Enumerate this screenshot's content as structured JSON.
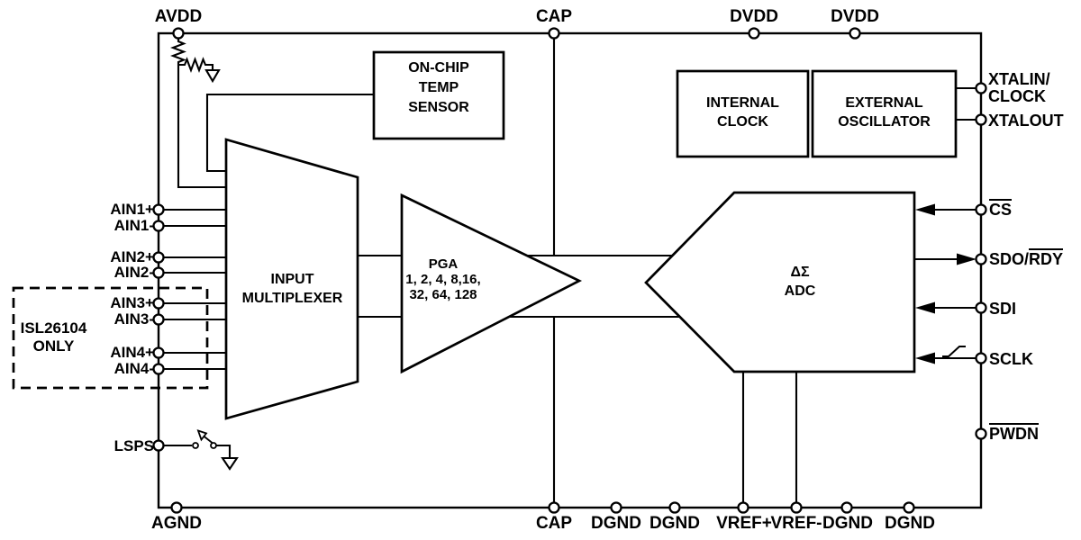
{
  "diagram": {
    "top_pins": [
      "AVDD",
      "CAP",
      "DVDD",
      "DVDD"
    ],
    "left_pins": [
      "AIN1+",
      "AIN1-",
      "AIN2+",
      "AIN2-",
      "AIN3+",
      "AIN3-",
      "AIN4+",
      "AIN4-",
      "LSPS"
    ],
    "right_pins": {
      "xtalin_clock": "XTALIN/\nCLOCK",
      "xtalout": "XTALOUT",
      "cs": "CS",
      "sdo_prefix": "SDO/",
      "rdy": "RDY",
      "sdi": "SDI",
      "sclk": "SCLK",
      "pwdn": "PWDN"
    },
    "bottom_pins": [
      "AGND",
      "CAP",
      "DGND",
      "DGND",
      "VREF+",
      "VREF-",
      "DGND",
      "DGND"
    ],
    "blocks": {
      "temp_sensor": "ON-CHIP\nTEMP\nSENSOR",
      "internal_clock": "INTERNAL\nCLOCK",
      "external_oscillator": "EXTERNAL\nOSCILLATOR",
      "input_multiplexer": "INPUT\nMULTIPLEXER",
      "pga": "PGA\n1, 2, 4, 8,16,\n32, 64, 128",
      "adc": "ΔΣ\nADC"
    },
    "annotation": "ISL26104\nONLY",
    "colors": {
      "line": "#000000",
      "background": "#ffffff"
    }
  }
}
